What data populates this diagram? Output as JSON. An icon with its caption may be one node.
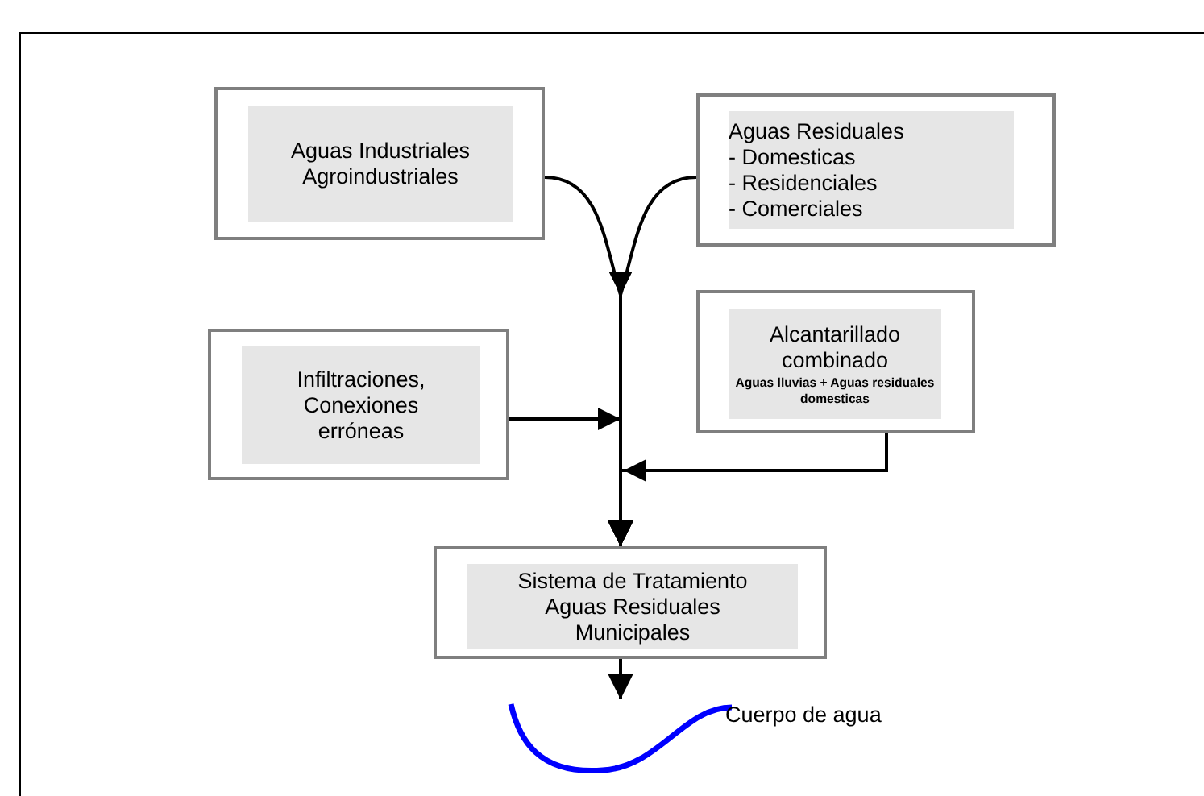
{
  "diagram": {
    "nodes": [
      {
        "text": [
          "Aguas Industriales Agroindustriales"
        ]
      },
      {
        "text": [
          "Aguas Residuales",
          "- Domesticas",
          "- Residenciales",
          "- Comerciales"
        ]
      },
      {
        "text": [
          "Infiltraciones, Conexiones erróneas"
        ]
      },
      {
        "text": [
          "Alcantarillado combinado",
          "Aguas lluvias + Aguas residuales domesticas"
        ]
      },
      {
        "text": [
          "Sistema de Tratamiento Aguas Residuales Municipales"
        ]
      },
      {
        "text": [],
        "shape": "curve",
        "beside": [
          "Cuerpo de agua"
        ]
      }
    ],
    "edges": [
      {
        "from": 0,
        "to": 4,
        "arrow": "to"
      },
      {
        "from": 1,
        "to": 4,
        "arrow": "to"
      },
      {
        "from": 2,
        "to": 4,
        "arrow": "to"
      },
      {
        "from": 3,
        "to": 4,
        "arrow": "to"
      },
      {
        "from": 4,
        "to": 5,
        "arrow": "to"
      }
    ]
  }
}
